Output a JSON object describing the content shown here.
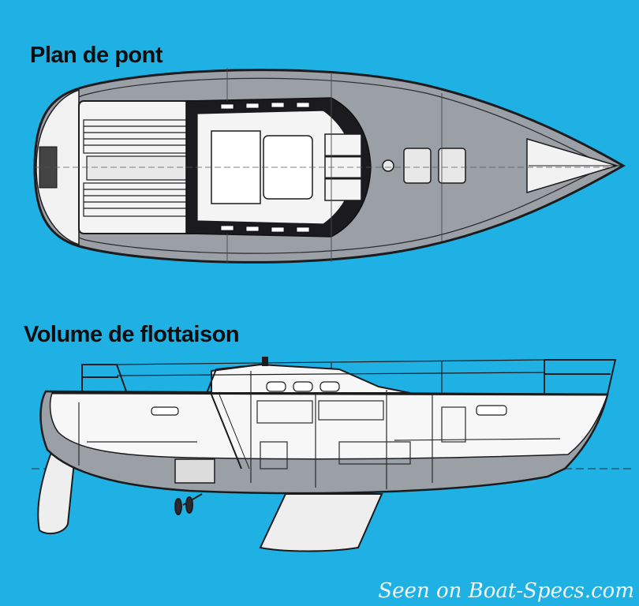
{
  "titles": {
    "deck_plan": "Plan de pont",
    "profile": "Volume de flottaison"
  },
  "watermark": "Seen on Boat-Specs.com",
  "colors": {
    "background": "#1fb1e4",
    "deck": "#9b9fa6",
    "line": "#1c1c1e",
    "white": "#ffffff",
    "dark_trim": "#1a1a1f"
  }
}
